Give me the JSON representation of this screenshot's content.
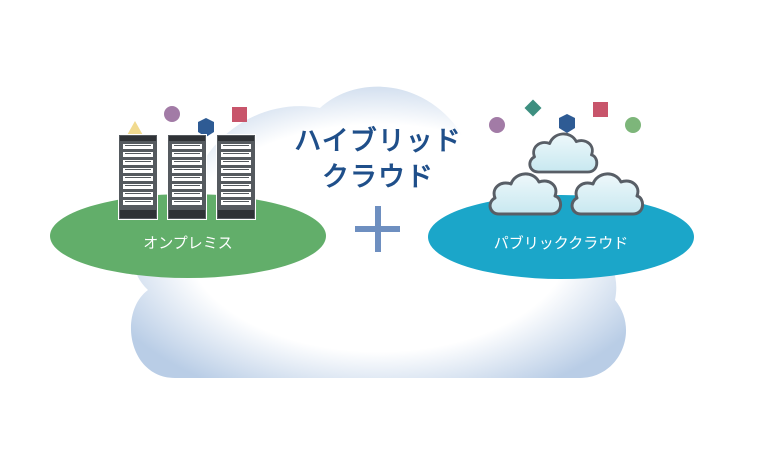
{
  "title": {
    "line1": "ハイブリッド",
    "line2": "クラウド"
  },
  "on_premise": {
    "label": "オンプレミス",
    "color": "#62ae6a"
  },
  "public_cloud": {
    "label": "パブリッククラウド",
    "color": "#1ba6c9"
  },
  "connector": {
    "symbol": "plus-icon",
    "color": "#6e8fc0"
  },
  "icons": {
    "server": "server-rack-icon",
    "cloud": "cloud-icon"
  },
  "decoration_colors": {
    "circle": "#a27ba6",
    "triangle": "#f1da8f",
    "hexagon": "#2e5b94",
    "square": "#c8556b",
    "diamond": "#3d8f80",
    "green_circle": "#7db67a"
  }
}
